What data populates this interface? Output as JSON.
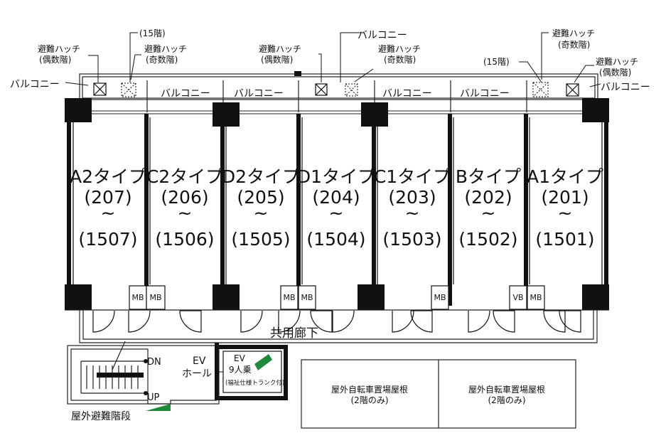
{
  "units": [
    {
      "type": "A2タイプ",
      "first": "(207)",
      "tilde": "~",
      "last": "(1507)"
    },
    {
      "type": "C2タイプ",
      "first": "(206)",
      "tilde": "~",
      "last": "(1506)"
    },
    {
      "type": "D2タイプ",
      "first": "(205)",
      "tilde": "~",
      "last": "(1505)"
    },
    {
      "type": "D1タイプ",
      "first": "(204)",
      "tilde": "~",
      "last": "(1504)"
    },
    {
      "type": "C1タイプ",
      "first": "(203)",
      "tilde": "~",
      "last": "(1503)"
    },
    {
      "type": "Bタイプ",
      "first": "(202)",
      "tilde": "~",
      "last": "(1502)"
    },
    {
      "type": "A1タイプ",
      "first": "(201)",
      "tilde": "~",
      "last": "(1501)"
    }
  ],
  "balcony_label": "バルコニー",
  "annotations": {
    "hatch": "避難ハッチ",
    "even_floors": "(偶数階)",
    "odd_floors": "(奇数階)",
    "floor15_left": "(15階)",
    "floor15_right": "(15階)"
  },
  "meter_boxes": [
    "MB",
    "MB",
    "MB",
    "MB",
    "MB",
    "VB",
    "MB"
  ],
  "corridor": "共用廊下",
  "ev_hall": {
    "line1": "EV",
    "line2": "ホール"
  },
  "elevator": {
    "label": "EV",
    "capacity": "9人乗",
    "note": "(福祉仕様トランク付)"
  },
  "stairs": {
    "down": "DN",
    "up": "UP",
    "label": "屋外避難階段"
  },
  "bike_roofs": [
    {
      "line1": "屋外自転車置場屋根",
      "line2": "(2階のみ)"
    },
    {
      "line1": "屋外自転車置場屋根",
      "line2": "(2階のみ)"
    }
  ],
  "colors": {
    "wall": "#111111",
    "line": "#222222",
    "accent_green": "#1e8a3c"
  }
}
